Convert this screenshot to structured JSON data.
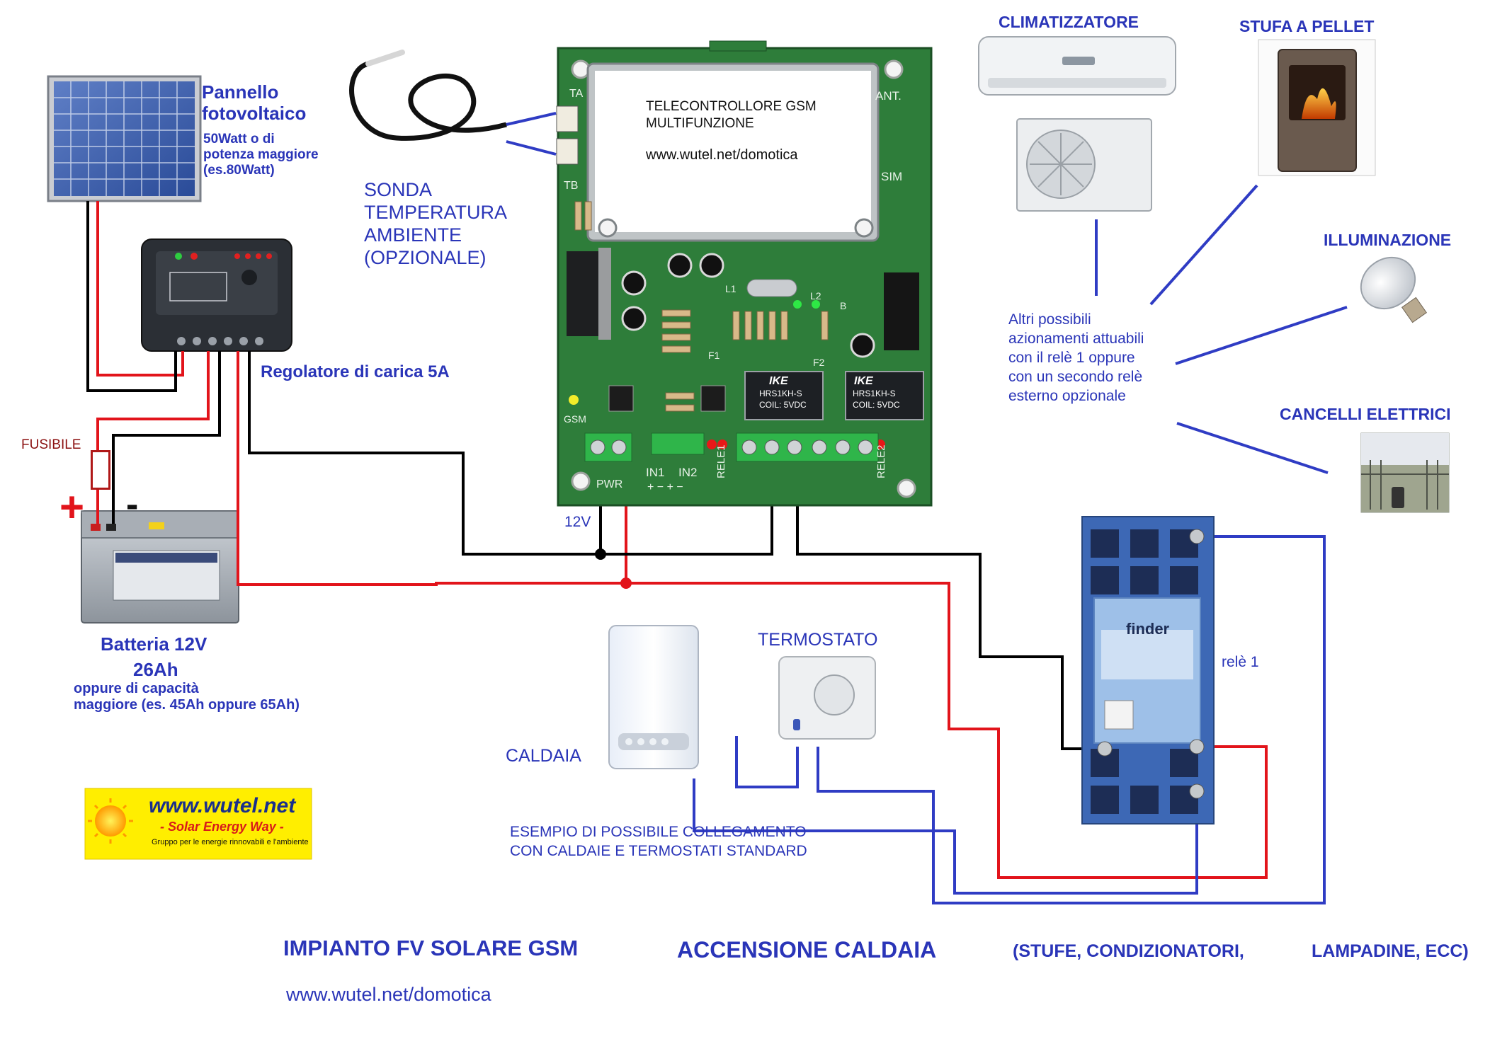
{
  "labels": {
    "panel_title": "Pannello\nfotovoltaico",
    "panel_sub": "50Watt o di\npotenza maggiore\n(es.80Watt)",
    "regulator": "Regolatore di carica 5A",
    "fuse": "FUSIBILE",
    "plus": "+",
    "minus": "-",
    "battery_title": "Batteria 12V",
    "battery_capacity": "26Ah",
    "battery_sub": "oppure di capacità\nmaggiore (es. 45Ah oppure 65Ah)",
    "sensor": "SONDA\nTEMPERATURA\nAMBIENTE\n(OPZIONALE)",
    "board_line1": "TELECONTROLLORE GSM",
    "board_line2": "MULTIFUNZIONE",
    "board_url": "www.wutel.net/domotica",
    "v12": "12V",
    "ac": "CLIMATIZZATORE",
    "stove": "STUFA A PELLET",
    "lighting": "ILLUMINAZIONE",
    "gates": "CANCELLI ELETTRICI",
    "other_actions": "Altri possibili\nazionamenti attuabili\ncon il relè 1 oppure\ncon un secondo relè\nesterno opzionale",
    "relay": "relè 1",
    "boiler": "CALDAIA",
    "thermostat": "TERMOSTATO",
    "example": "ESEMPIO DI POSSIBILE COLLEGAMENTO\nCON CALDAIE E TERMOSTATI STANDARD",
    "title_part1": "IMPIANTO FV SOLARE GSM",
    "title_part2": "ACCENSIONE CALDAIA",
    "title_part3": "(STUFE, CONDIZIONATORI,",
    "title_part4": "LAMPADINE, ECC)",
    "footer_url": "www.wutel.net/domotica"
  },
  "board": {
    "pins": {
      "ta": "TA",
      "tb": "TB",
      "ant": "ANT.",
      "sim": "SIM",
      "gsm": "GSM",
      "pwr": "PWR",
      "in1": "IN1",
      "in2": "IN2",
      "rele1": "RELE1",
      "rele2": "RELE2",
      "pm": "+ − + −",
      "l1": "L1",
      "l2": "L2",
      "f1": "F1",
      "f2": "F2",
      "b": "B",
      "relay_brand": "IKE",
      "relay_model": "HRS1KH-S",
      "relay_coil": "COIL: 5VDC"
    }
  },
  "logo": {
    "url": "www.wutel.net",
    "slogan": "- Solar Energy Way -",
    "tagline": "Gruppo per le energie rinnovabili e l'ambiente"
  },
  "finder_relay": {
    "brand": "finder"
  },
  "colors": {
    "wire_red": "#e2141b",
    "wire_black": "#000000",
    "wire_blue": "#2f3cc4",
    "label_blue": "#2a35b8",
    "pcb_green": "#2e7d3a",
    "logo_yellow": "#ffee00"
  }
}
